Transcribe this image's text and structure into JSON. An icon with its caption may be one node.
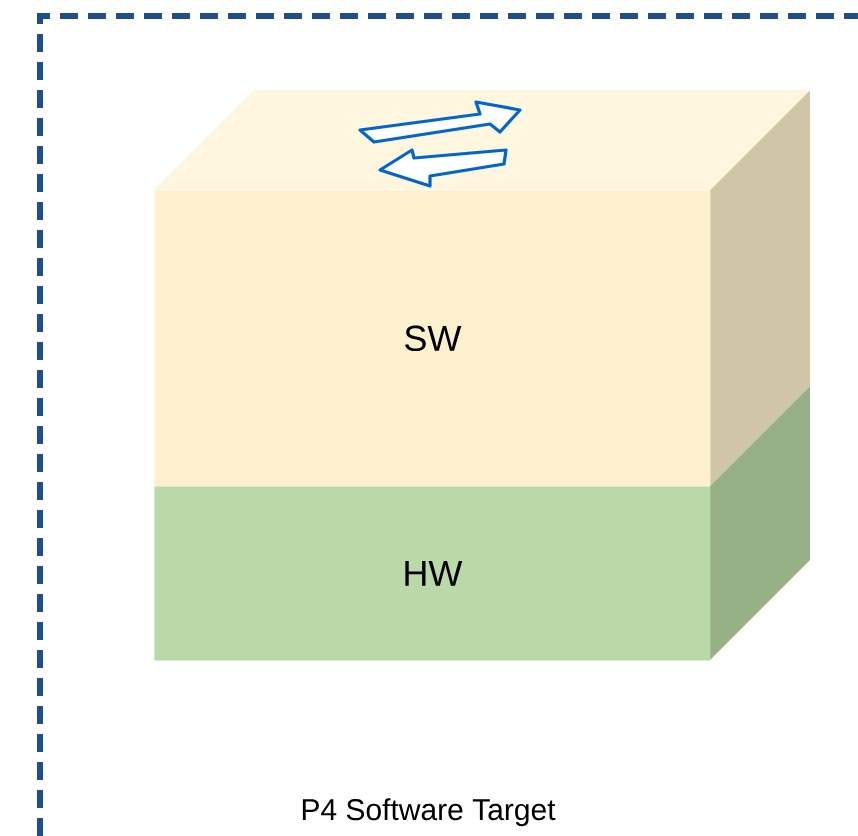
{
  "diagram": {
    "nodes": [
      {
        "text": [
          "P4 Software Target"
        ]
      },
      {
        "text": [
          "SW"
        ],
        "in": 0
      },
      {
        "text": [
          "HW"
        ],
        "in": 0
      }
    ]
  }
}
